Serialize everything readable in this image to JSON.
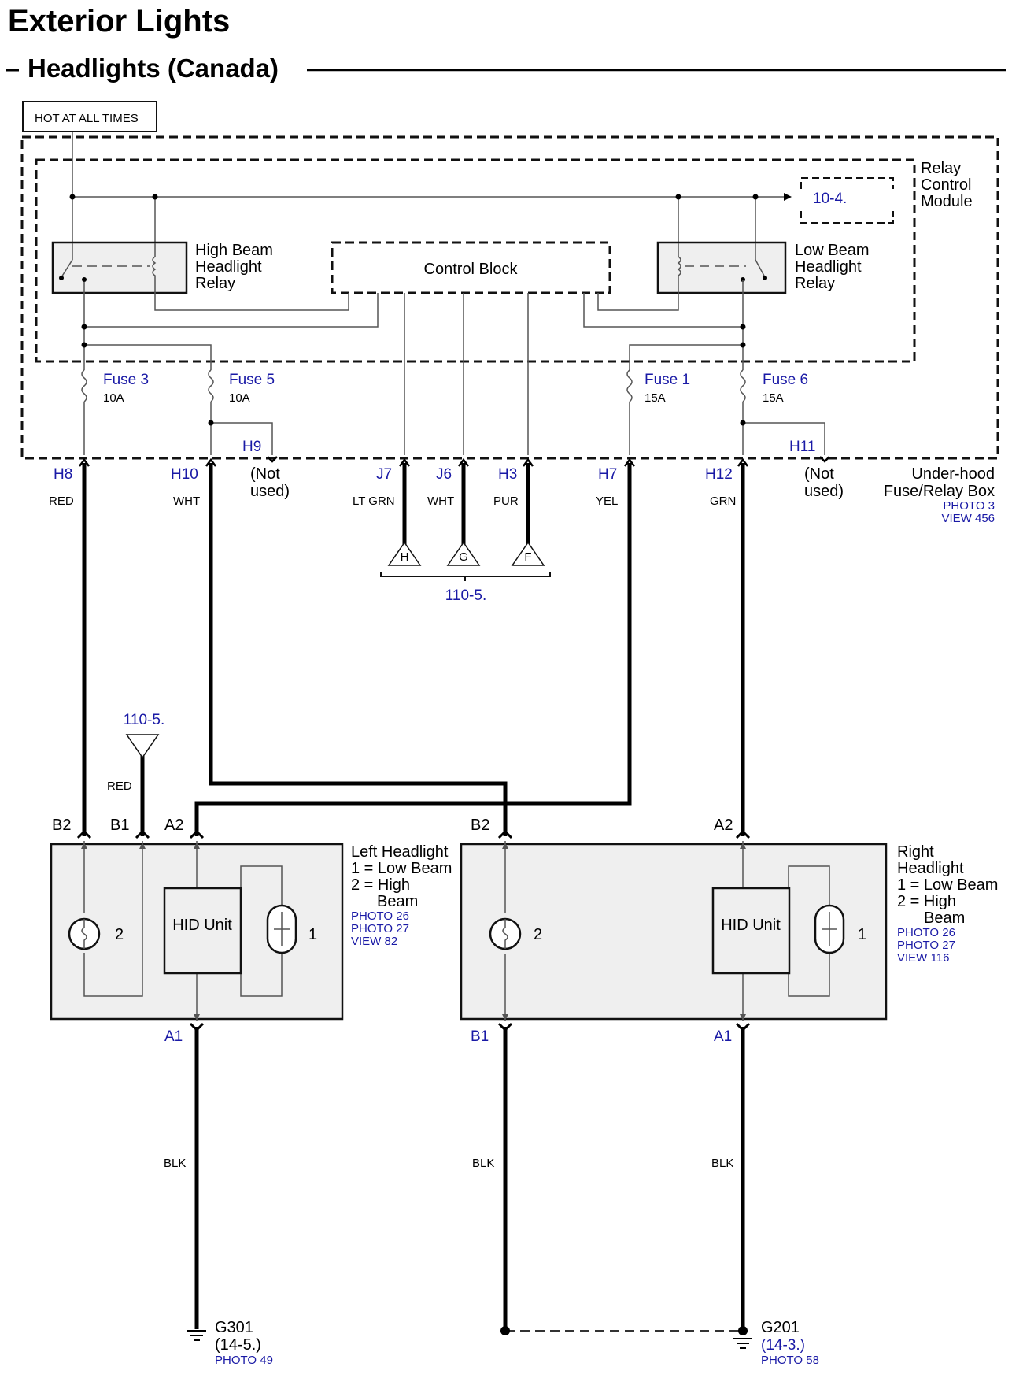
{
  "title": "Exterior Lights",
  "subtitle": "Headlights (Canada)",
  "hot_label": "HOT AT ALL TIMES",
  "relay_module": {
    "line1": "Relay",
    "line2": "Control",
    "line3": "Module"
  },
  "ref_10_4": "10-4.",
  "high_beam_relay": {
    "line1": "High Beam",
    "line2": "Headlight",
    "line3": "Relay"
  },
  "low_beam_relay": {
    "line1": "Low Beam",
    "line2": "Headlight",
    "line3": "Relay"
  },
  "control_block": "Control Block",
  "fuses": [
    {
      "name": "Fuse 3",
      "rating": "10A"
    },
    {
      "name": "Fuse 5",
      "rating": "10A"
    },
    {
      "name": "Fuse 1",
      "rating": "15A"
    },
    {
      "name": "Fuse 6",
      "rating": "15A"
    }
  ],
  "h9": "H9",
  "h11": "H11",
  "not_used": {
    "line1": "(Not",
    "line2": "used)"
  },
  "connectors": [
    {
      "pin": "H8",
      "wire": "RED"
    },
    {
      "pin": "H10",
      "wire": "WHT"
    },
    {
      "pin": "J7",
      "wire": "LT GRN"
    },
    {
      "pin": "J6",
      "wire": "WHT"
    },
    {
      "pin": "H3",
      "wire": "PUR"
    },
    {
      "pin": "H7",
      "wire": "YEL"
    },
    {
      "pin": "H12",
      "wire": "GRN"
    }
  ],
  "fuse_box": {
    "line1": "Under-hood",
    "line2": "Fuse/Relay Box",
    "photo": "PHOTO 3",
    "view": "VIEW 456"
  },
  "ref_110_5": "110-5.",
  "triangles": [
    "H",
    "G",
    "F"
  ],
  "red_label": "RED",
  "left_pins": {
    "b2": "B2",
    "b1": "B1",
    "a2": "A2",
    "a1": "A1"
  },
  "right_pins": {
    "b2": "B2",
    "a2": "A2",
    "b1": "B1",
    "a1": "A1"
  },
  "hid_unit": "HID Unit",
  "bulb_high": "2",
  "bulb_low": "1",
  "left_headlight": {
    "line1": "Left Headlight",
    "line2": "1 = Low Beam",
    "line3": "2 = High",
    "line4": "Beam",
    "photo1": "PHOTO 26",
    "photo2": "PHOTO 27",
    "view": "VIEW 82"
  },
  "right_headlight": {
    "line1": "Right",
    "line2": "Headlight",
    "line3": "1 = Low Beam",
    "line4": "2 = High",
    "line5": "Beam",
    "photo1": "PHOTO 26",
    "photo2": "PHOTO 27",
    "view": "VIEW 116"
  },
  "blk": "BLK",
  "ground_left": {
    "name": "G301",
    "ref": "(14-5.)",
    "photo": "PHOTO 49"
  },
  "ground_right": {
    "name": "G201",
    "ref": "(14-3.)",
    "photo": "PHOTO 58"
  }
}
